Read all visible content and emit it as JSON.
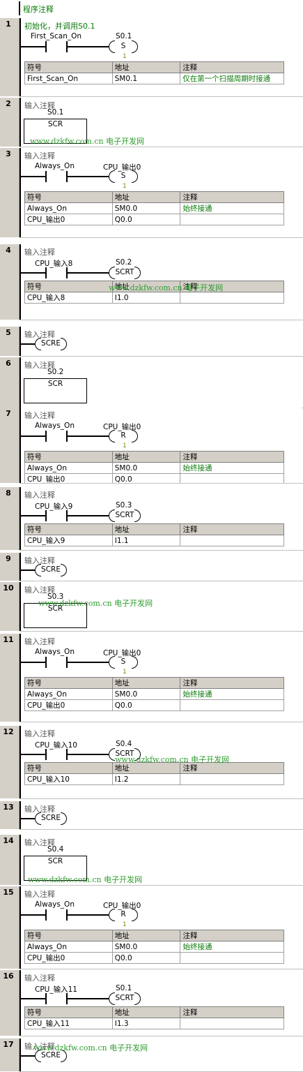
{
  "program_comment": "程序注释",
  "table_headers": [
    "符号",
    "地址",
    "注释"
  ],
  "watermark": {
    "url": "www.dzkfw.com.cn",
    "name": "电子开发网"
  },
  "networks": [
    {
      "num": "1",
      "comment": "初始化，并调用S0.1",
      "contact": "First_Scan_On",
      "coil_target": "S0.1",
      "coil_type": "S",
      "coil_count": "1",
      "table": [
        {
          "symbol": "First_Scan_On",
          "address": "SM0.1",
          "note": "仅在第一个扫描周期时接通"
        }
      ]
    },
    {
      "num": "2",
      "comment": "输入注释",
      "scr": "SCR",
      "scr_target": "S0.1"
    },
    {
      "num": "3",
      "comment": "输入注释",
      "contact": "Always_On",
      "coil_target": "CPU_输出0",
      "coil_type": "S",
      "coil_count": "1",
      "table": [
        {
          "symbol": "Always_On",
          "address": "SM0.0",
          "note": "始终接通"
        },
        {
          "symbol": "CPU_输出0",
          "address": "Q0.0",
          "note": ""
        }
      ]
    },
    {
      "num": "4",
      "comment": "输入注释",
      "contact": "CPU_输入8",
      "coil_target": "S0.2",
      "coil_type": "SCRT",
      "table": [
        {
          "symbol": "CPU_输入8",
          "address": "I1.0",
          "note": ""
        }
      ]
    },
    {
      "num": "5",
      "comment": "输入注释",
      "coil_type": "SCRE"
    },
    {
      "num": "6",
      "comment": "输入注释",
      "scr": "SCR",
      "scr_target": "S0.2"
    },
    {
      "num": "7",
      "comment": "输入注释",
      "contact": "Always_On",
      "coil_target": "CPU_输出0",
      "coil_type": "R",
      "coil_count": "1",
      "table": [
        {
          "symbol": "Always_On",
          "address": "SM0.0",
          "note": "始终接通"
        },
        {
          "symbol": "CPU_输出0",
          "address": "Q0.0",
          "note": ""
        }
      ]
    },
    {
      "num": "8",
      "comment": "输入注释",
      "contact": "CPU_输入9",
      "coil_target": "S0.3",
      "coil_type": "SCRT",
      "table": [
        {
          "symbol": "CPU_输入9",
          "address": "I1.1",
          "note": ""
        }
      ]
    },
    {
      "num": "9",
      "comment": "输入注释",
      "coil_type": "SCRE"
    },
    {
      "num": "10",
      "comment": "输入注释",
      "scr": "SCR",
      "scr_target": "S0.3"
    },
    {
      "num": "11",
      "comment": "输入注释",
      "contact": "Always_On",
      "coil_target": "CPU_输出0",
      "coil_type": "S",
      "coil_count": "1",
      "table": [
        {
          "symbol": "Always_On",
          "address": "SM0.0",
          "note": "始终接通"
        },
        {
          "symbol": "CPU_输出0",
          "address": "Q0.0",
          "note": ""
        }
      ]
    },
    {
      "num": "12",
      "comment": "输入注释",
      "contact": "CPU_输入10",
      "coil_target": "S0.4",
      "coil_type": "SCRT",
      "table": [
        {
          "symbol": "CPU_输入10",
          "address": "I1.2",
          "note": ""
        }
      ]
    },
    {
      "num": "13",
      "comment": "输入注释",
      "coil_type": "SCRE"
    },
    {
      "num": "14",
      "comment": "输入注释",
      "scr": "SCR",
      "scr_target": "S0.4"
    },
    {
      "num": "15",
      "comment": "输入注释",
      "contact": "Always_On",
      "coil_target": "CPU_输出0",
      "coil_type": "R",
      "coil_count": "1",
      "table": [
        {
          "symbol": "Always_On",
          "address": "SM0.0",
          "note": "始终接通"
        },
        {
          "symbol": "CPU_输出0",
          "address": "Q0.0",
          "note": ""
        }
      ]
    },
    {
      "num": "16",
      "comment": "输入注释",
      "contact": "CPU_输入11",
      "coil_target": "S0.1",
      "coil_type": "SCRT",
      "table": [
        {
          "symbol": "CPU_输入11",
          "address": "I1.3",
          "note": ""
        }
      ]
    },
    {
      "num": "17",
      "comment": "输入注释",
      "coil_type": "SCRE"
    }
  ]
}
